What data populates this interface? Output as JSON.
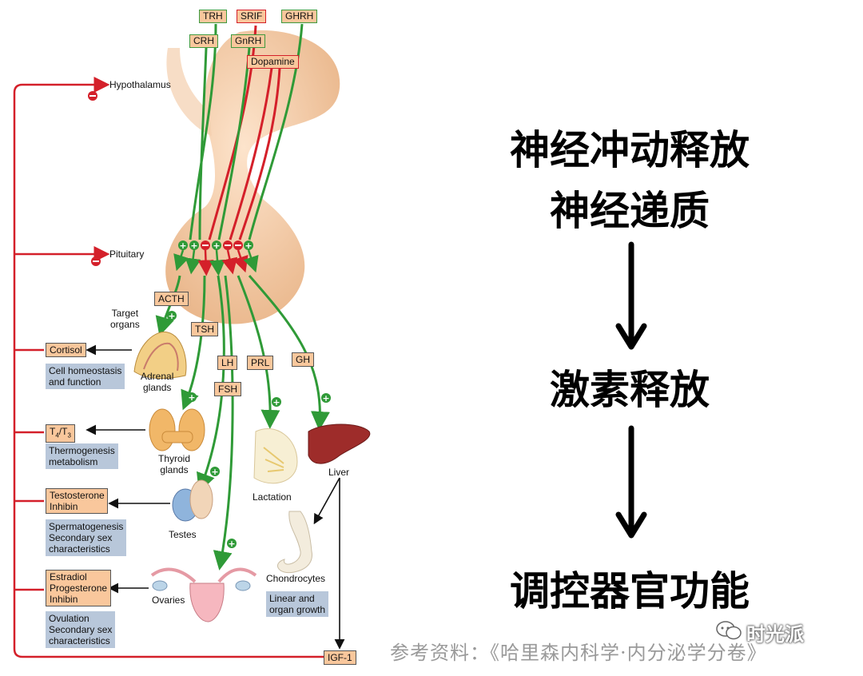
{
  "diagram": {
    "hypothalamic_hormones": {
      "trh": "TRH",
      "srif": "SRIF",
      "ghrh": "GHRH",
      "crh": "CRH",
      "gnrh": "GnRH",
      "dopamine": "Dopamine"
    },
    "levels": {
      "hypothalamus": "Hypothalamus",
      "pituitary": "Pituitary"
    },
    "pituitary_hormones": {
      "acth": "ACTH",
      "tsh": "TSH",
      "lh": "LH",
      "fsh": "FSH",
      "prl": "PRL",
      "gh": "GH"
    },
    "target_organs_label": "Target\norgans",
    "organs": {
      "adrenal": "Adrenal\nglands",
      "thyroid": "Thyroid\nglands",
      "testes": "Testes",
      "ovaries": "Ovaries",
      "lactation": "Lactation",
      "liver": "Liver",
      "chondrocytes": "Chondrocytes"
    },
    "products": {
      "cortisol": "Cortisol",
      "t4": "T4/T3",
      "testosterone": "Testosterone\nInhibin",
      "estradiol": "Estradiol\nProgesterone\nInhibin",
      "igf1": "IGF-1"
    },
    "effects": {
      "cell": "Cell homeostasis\nand function",
      "thermo": "Thermogenesis\nmetabolism",
      "sperm": "Spermatogenesis\nSecondary sex\ncharacteristics",
      "ovulation": "Ovulation\nSecondary sex\ncharacteristics",
      "linear": "Linear and\norgan growth"
    },
    "signs": {
      "plus": "+",
      "minus": "−"
    },
    "colors": {
      "stimulate": "#2f9a37",
      "inhibit": "#d4202a",
      "box": "#f9c79c",
      "effect_box": "#b8c7da",
      "gland": "#f0c8a0"
    }
  },
  "flow": {
    "step1_line1": "神经冲动释放",
    "step1_line2": "神经递质",
    "step2": "激素释放",
    "step3": "调控器官功能"
  },
  "reference": "参考资料：《哈里森内科学·内分泌学分卷》",
  "watermark": "时光派",
  "icons": [
    "down-arrow-icon",
    "chat-bubble-icon"
  ]
}
